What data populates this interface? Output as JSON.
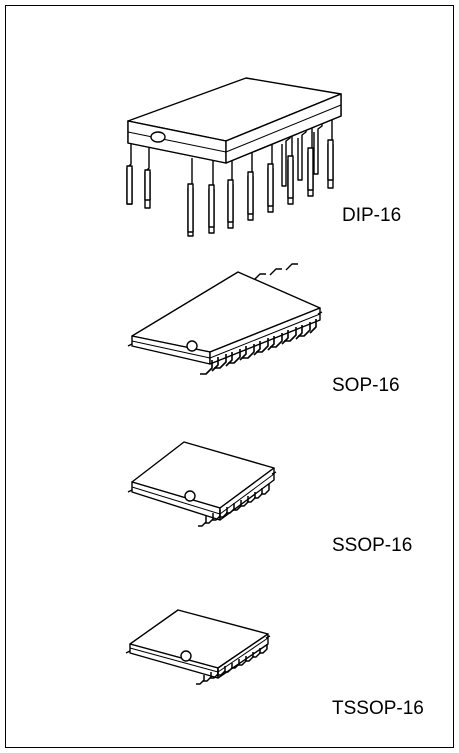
{
  "packages": [
    {
      "label": "DIP-16",
      "icon": "dip-16-package-icon"
    },
    {
      "label": "SOP-16",
      "icon": "sop-16-package-icon"
    },
    {
      "label": "SSOP-16",
      "icon": "ssop-16-package-icon"
    },
    {
      "label": "TSSOP-16",
      "icon": "tssop-16-package-icon"
    }
  ],
  "colors": {
    "ink": "#000000",
    "paper": "#ffffff"
  }
}
